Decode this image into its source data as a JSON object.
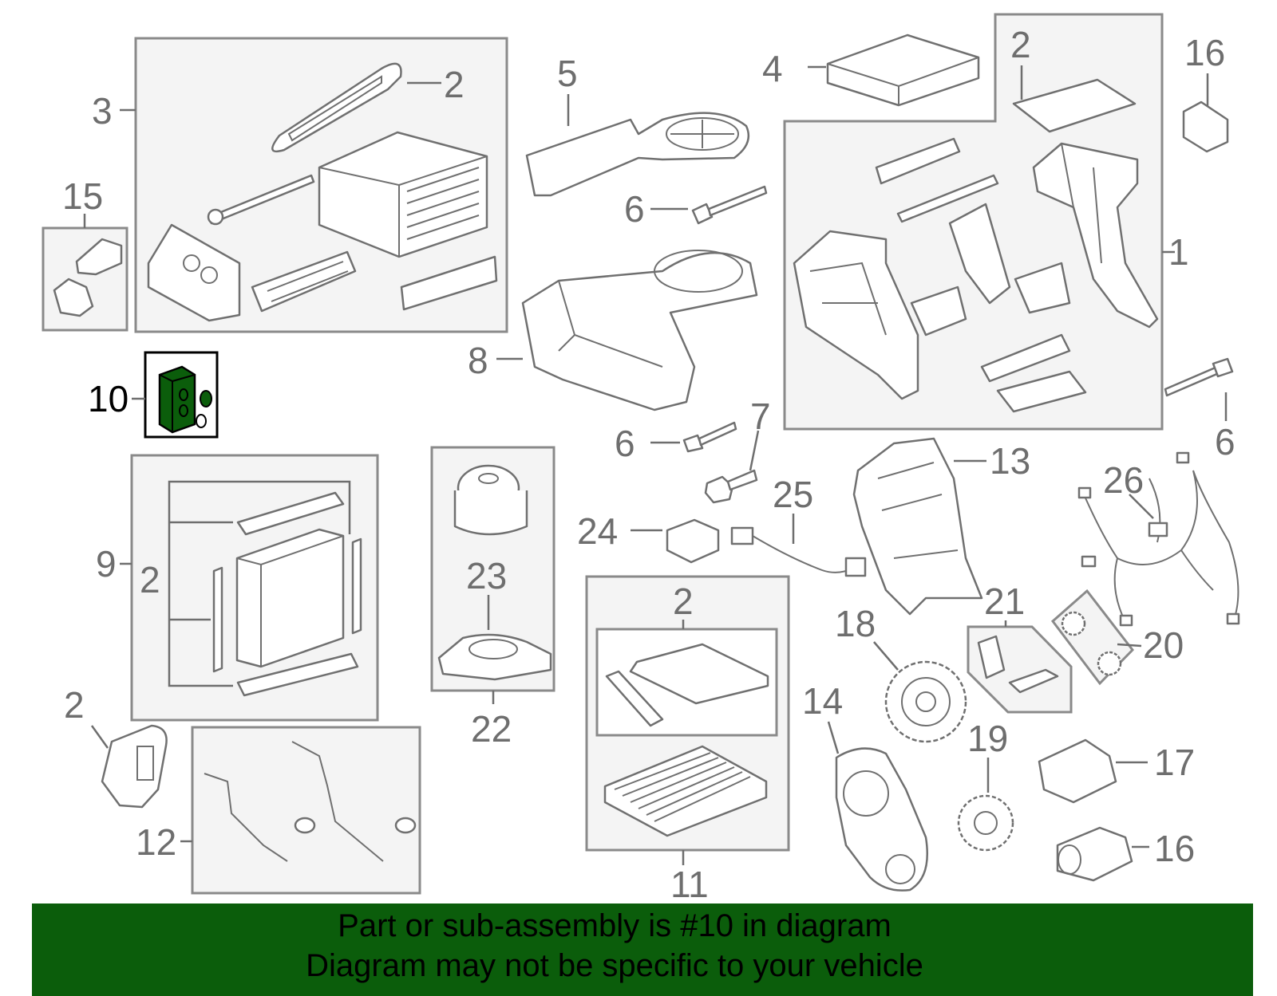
{
  "colors": {
    "highlight": "#0b5d0b",
    "banner": "#0b5d0b",
    "line": "#707070",
    "panel": "#f4f4f4"
  },
  "callouts": {
    "c1": "1",
    "c2a": "2",
    "c2b": "2",
    "c2c": "2",
    "c2d": "2",
    "c2e": "2",
    "c3": "3",
    "c4": "4",
    "c5": "5",
    "c6a": "6",
    "c6b": "6",
    "c6c": "6",
    "c7": "7",
    "c8": "8",
    "c9": "9",
    "c10": "10",
    "c11": "11",
    "c12": "12",
    "c13": "13",
    "c14": "14",
    "c15": "15",
    "c16a": "16",
    "c16b": "16",
    "c17": "17",
    "c18": "18",
    "c19": "19",
    "c20": "20",
    "c21": "21",
    "c22": "22",
    "c23": "23",
    "c24": "24",
    "c25": "25",
    "c26": "26"
  },
  "footer": {
    "line1": "Part or sub-assembly is #10 in diagram",
    "line2": "Diagram may not be specific to your vehicle"
  }
}
